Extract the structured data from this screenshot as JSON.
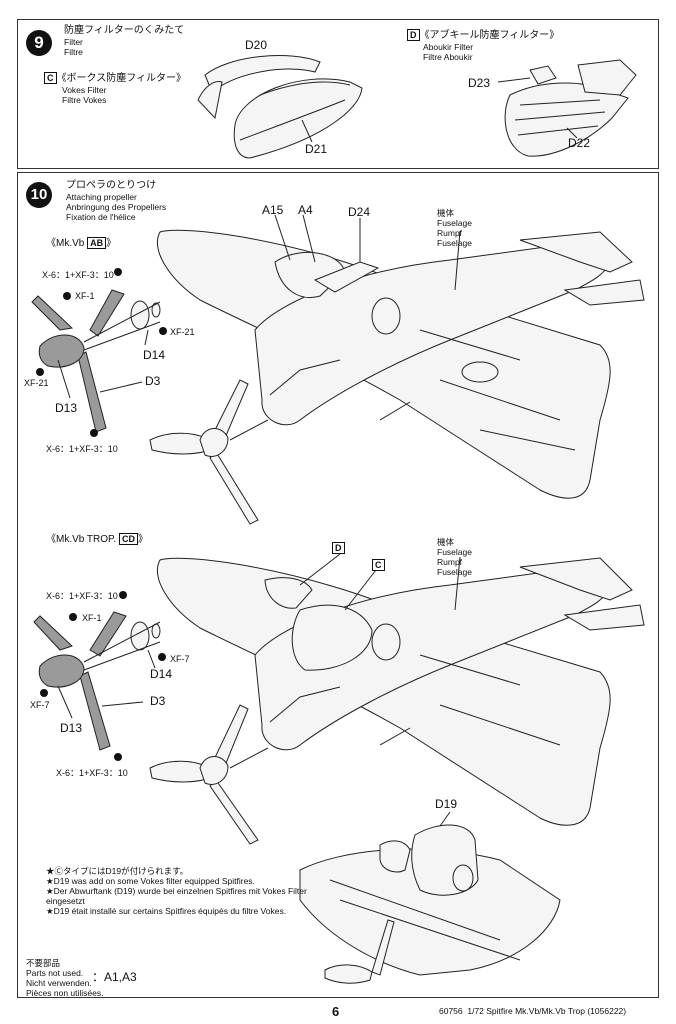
{
  "step9": {
    "number": "9",
    "title_jp": "防塵フィルターのくみたて",
    "title_en": "Filter",
    "title_fr": "Filtre",
    "c_tag": "C",
    "c_jp": "《ボークス防塵フィルター》",
    "c_en": "Vokes Filter",
    "c_fr": "Filtre Vokes",
    "d_tag": "D",
    "d_jp": "《アブキール防塵フィルター》",
    "d_en": "Aboukir Filter",
    "d_fr": "Filtre Aboukir",
    "parts": {
      "d20": "D20",
      "d21": "D21",
      "d23": "D23",
      "d22": "D22"
    }
  },
  "step10": {
    "number": "10",
    "title_jp": "プロペラのとりつけ",
    "title_en": "Attaching propeller",
    "title_de": "Anbringung des Propellers",
    "title_fr": "Fixation de l'hélice",
    "variant1": "《Mk.Vb",
    "variant1_tag": "AB",
    "variant1_end": "》",
    "variant2": "《Mk.Vb TROP.",
    "variant2_tag": "CD",
    "variant2_end": "》",
    "fuselage": {
      "jp": "機体",
      "en": "Fuselage",
      "de": "Rumpf",
      "fr": "Fuselage"
    },
    "parts_top": {
      "a15": "A15",
      "a4": "A4",
      "d24": "D24",
      "d14": "D14",
      "d3": "D3",
      "d13": "D13"
    },
    "paints_top": {
      "mix1": "X-6：1+XF-3：10",
      "xf1": "XF-1",
      "xf21a": "XF-21",
      "xf21b": "XF-21",
      "mix2": "X-6：1+XF-3：10"
    },
    "parts_bottom": {
      "d": "D",
      "c": "C",
      "d14": "D14",
      "d3": "D3",
      "d13": "D13",
      "d19": "D19"
    },
    "paints_bottom": {
      "mix1": "X-6：1+XF-3：10",
      "xf1": "XF-1",
      "xf7a": "XF-7",
      "xf7b": "XF-7",
      "mix2": "X-6：1+XF-3：10"
    },
    "notes": [
      "★ⒸタイプにはD19が付けられます。",
      "★D19 was add on some Vokes filter equipped Spitfires.",
      "★Der Abwurftank (D19) wurde bei einzelnen Spitfires mit Vokes Filter eingesetzt",
      "★D19 était installé sur certains Spitfires équipés du filtre Vokes."
    ],
    "not_used": {
      "jp": "不要部品",
      "en": "Parts not used.",
      "de": "Nicht verwenden.",
      "fr": "Pièces non utilisées.",
      "parts": "：A1,A3"
    }
  },
  "footer": {
    "page": "6",
    "code": "60756  1/72 Spitfire Mk.Vb/Mk.Vb Trop (1056222)"
  }
}
